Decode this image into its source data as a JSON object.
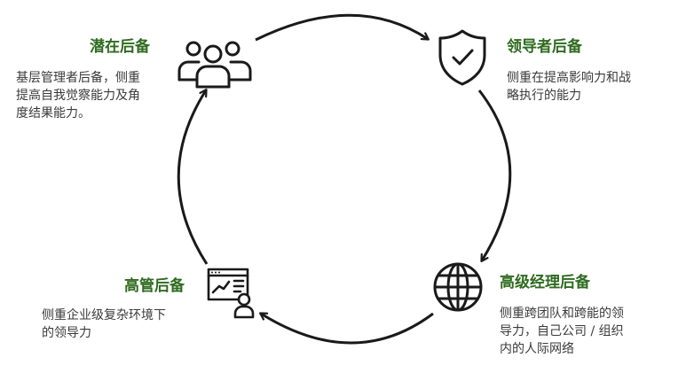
{
  "nodes": [
    {
      "id": "potential",
      "title": "潜在后备",
      "desc": [
        "基层管理者后备，侧重",
        "提高自我觉察能力及角",
        "度结果能力。"
      ],
      "icon": "people-group-icon"
    },
    {
      "id": "leader",
      "title": "领导者后备",
      "desc": [
        "侧重在提高影响力和战",
        "略执行的能力"
      ],
      "icon": "shield-check-icon"
    },
    {
      "id": "senior-manager",
      "title": "高级经理后备",
      "desc": [
        "侧重跨团队和跨能的领",
        "导力，自己公司 / 组织",
        "内的人际网络"
      ],
      "icon": "globe-icon"
    },
    {
      "id": "executive",
      "title": "高管后备",
      "desc": [
        "侧重企业级复杂环境下",
        "的领导力"
      ],
      "icon": "dashboard-user-icon"
    }
  ],
  "colors": {
    "title": "#2e6b1f",
    "text": "#3a3a3a",
    "line": "#1a1a1a"
  }
}
